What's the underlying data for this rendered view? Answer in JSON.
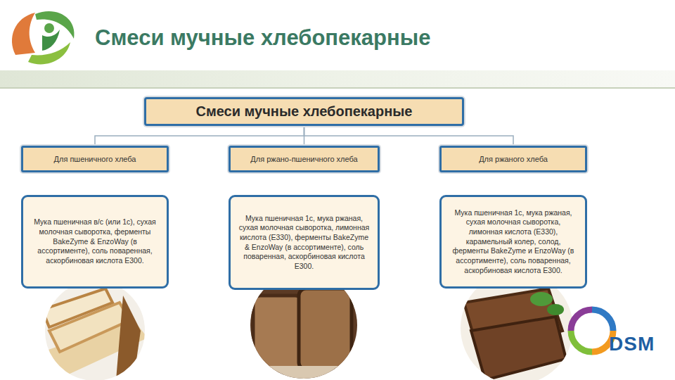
{
  "diagram": {
    "title": "Смеси мучные хлебопекарные",
    "nodes": [
      {
        "text": [
          "Смеси мучные хлебопекарные"
        ]
      },
      {
        "text": [
          "Для пшеничного хлеба"
        ]
      },
      {
        "text": [
          "Для ржано-пшеничного хлеба"
        ]
      },
      {
        "text": [
          "Для ржаного хлеба"
        ]
      },
      {
        "text": [
          "Мука пшеничная в/с (или 1с), сухая молочная сыворотка, ферменты BakeZyme & EnzoWay (в ассортименте), соль поваренная, аскорбиновая кислота Е300."
        ]
      },
      {
        "text": [
          "Мука пшеничная 1с, мука ржаная, сухая молочная сыворотка, лимонная кислота (Е330), ферменты BakeZyme & EnzoWay (в ассортименте), соль поваренная, аскорбиновая кислота Е300."
        ]
      },
      {
        "text": [
          "Мука пшеничная 1с, мука ржаная, сухая молочная сыворотка, лимонная кислота (Е330), карамельный колер, солод, ферменты BakeZyme и EnzoWay (в ассортименте), соль поваренная, аскорбиновая кислота Е300."
        ]
      }
    ],
    "edges": [
      {
        "from": 0,
        "to": 1,
        "arrow": "none"
      },
      {
        "from": 0,
        "to": 2,
        "arrow": "none"
      },
      {
        "from": 0,
        "to": 3,
        "arrow": "none"
      }
    ],
    "labels": [
      "DSM"
    ]
  }
}
